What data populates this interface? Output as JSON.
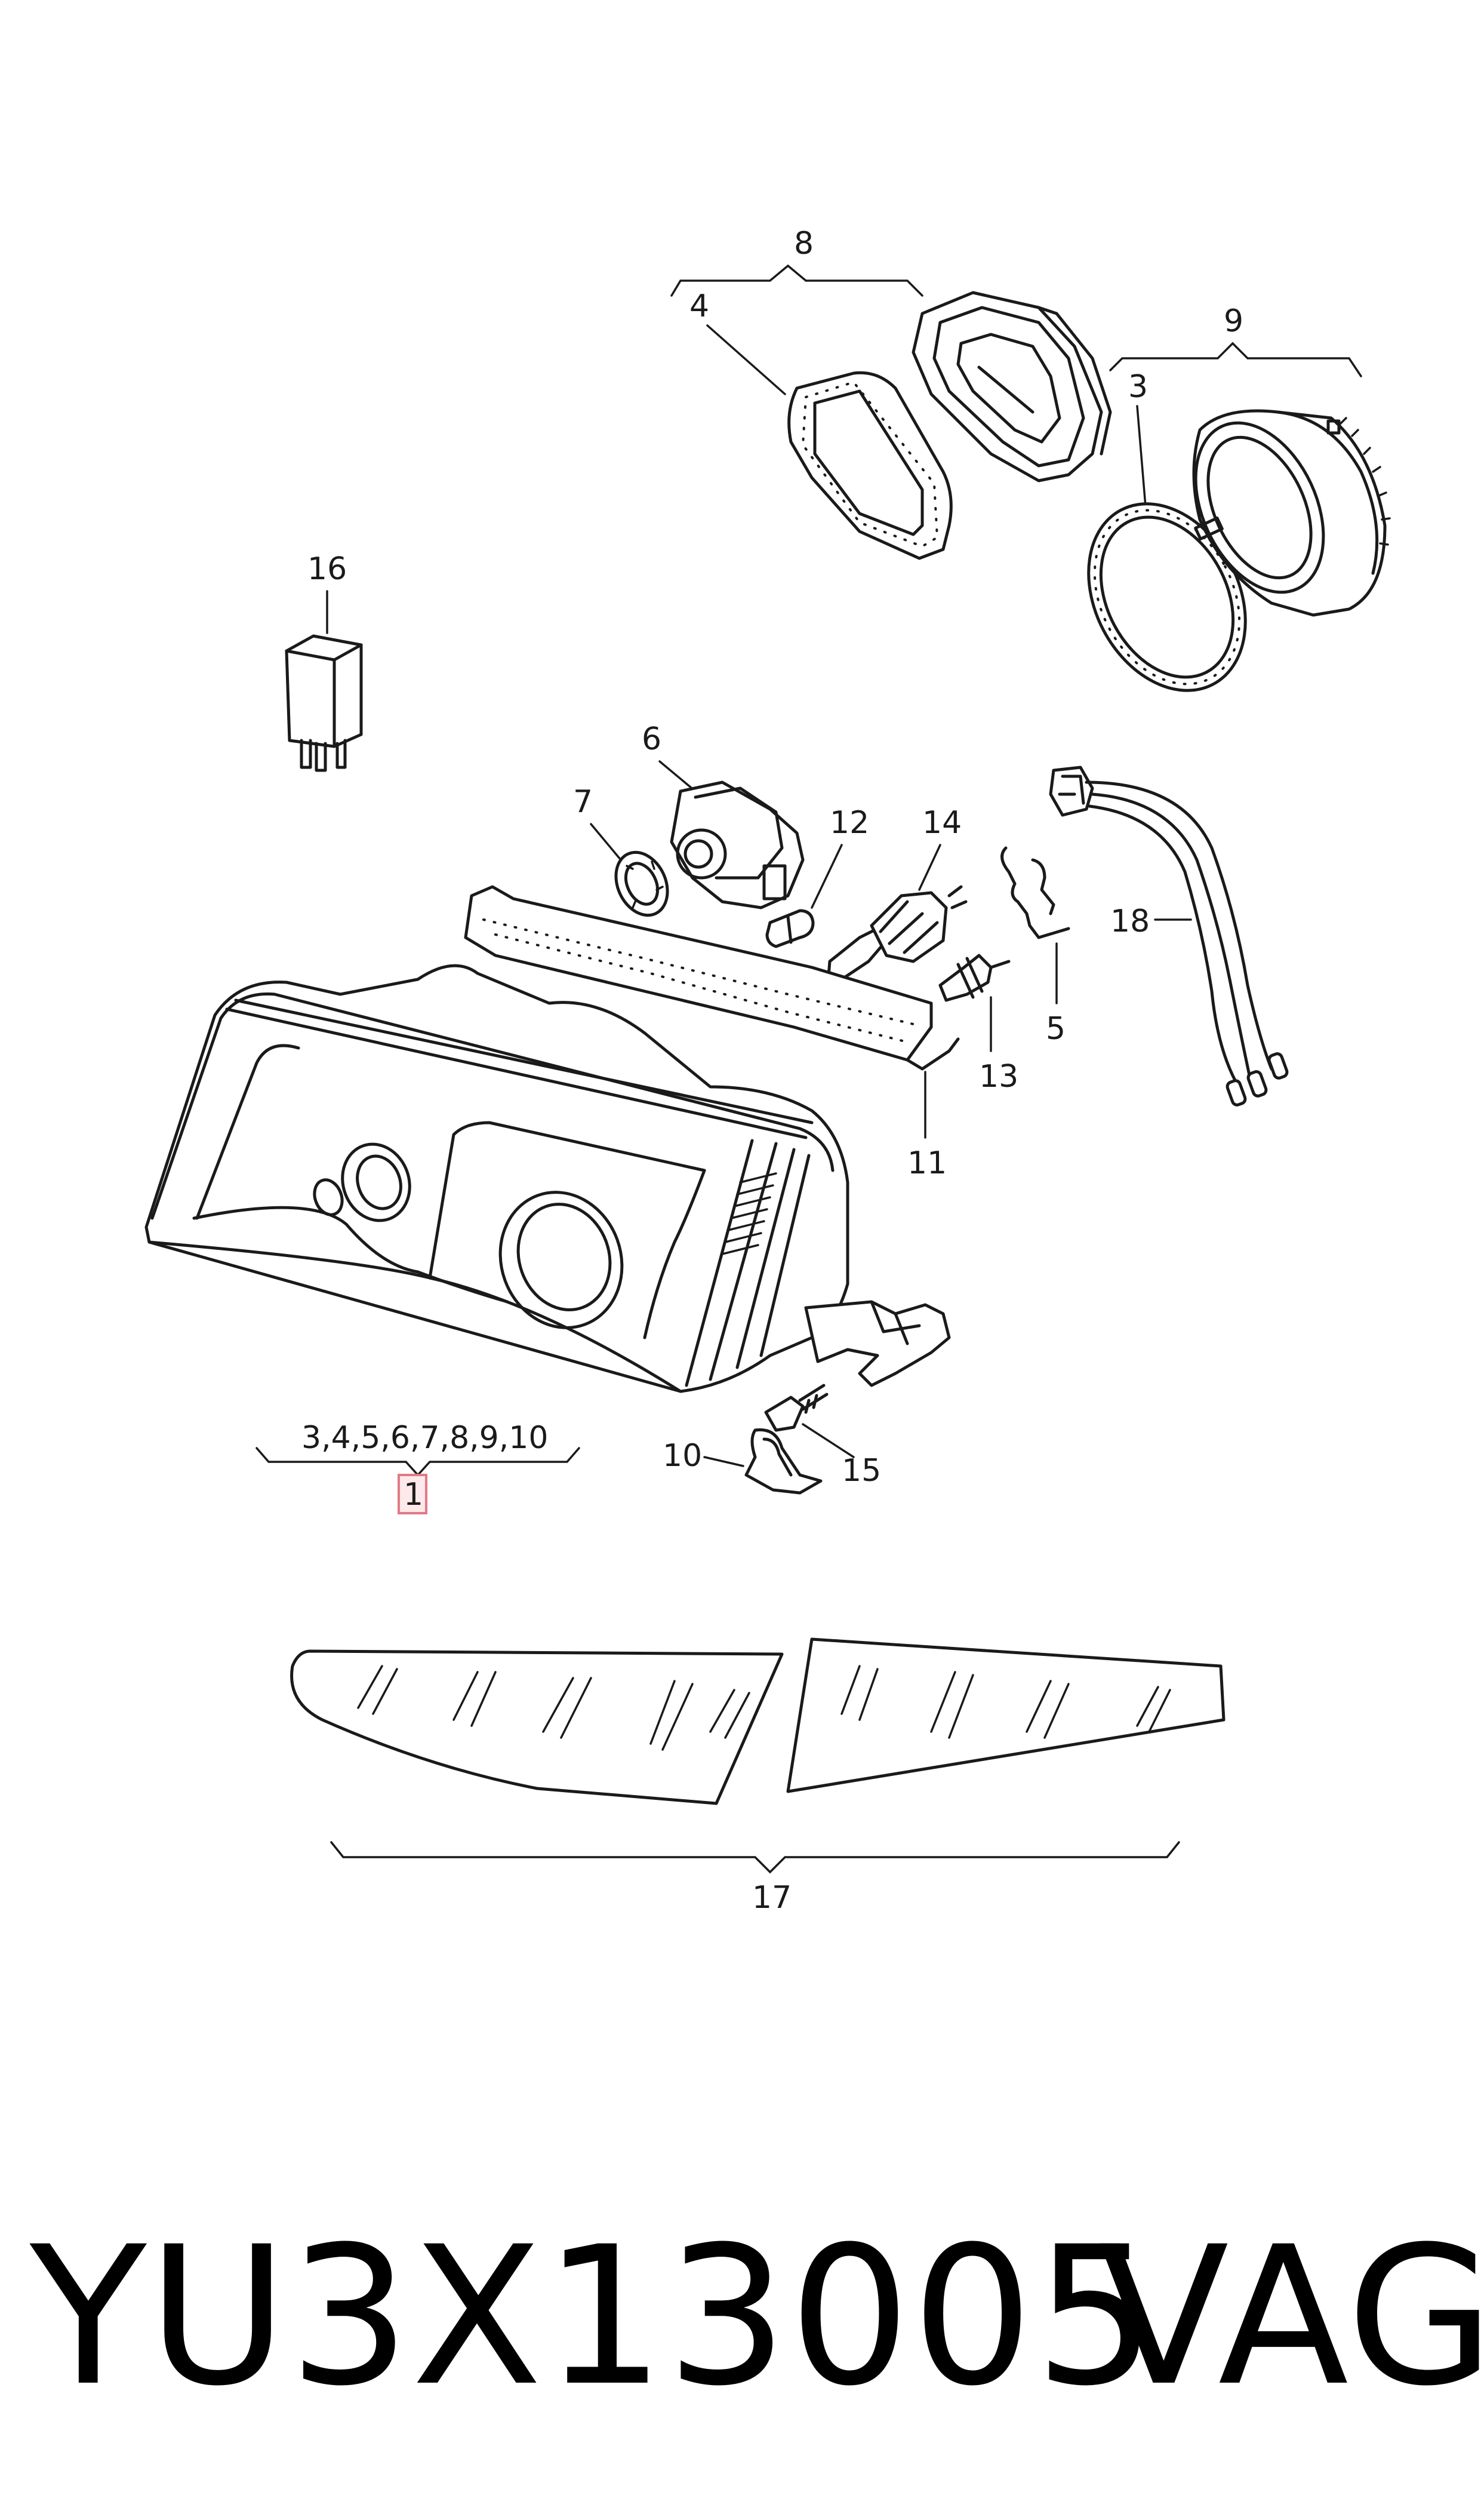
{
  "callouts": {
    "c1": "1",
    "c3a": "3",
    "c3b": "3",
    "c4": "4",
    "c5": "5",
    "c6": "6",
    "c7": "7",
    "c8": "8",
    "c9": "9",
    "c10": "10",
    "c11": "11",
    "c12": "12",
    "c13": "13",
    "c14": "14",
    "c15": "15",
    "c16": "16",
    "c17": "17",
    "c18": "18",
    "group": "3,4,5,6,7,8,9,10"
  },
  "footer": {
    "part_number": "YU3X13005",
    "brand": "VAG"
  },
  "colors": {
    "line": "#1a1a1a",
    "highlight_box_fill": "#fde8ea",
    "highlight_box_stroke": "#e07a85"
  }
}
